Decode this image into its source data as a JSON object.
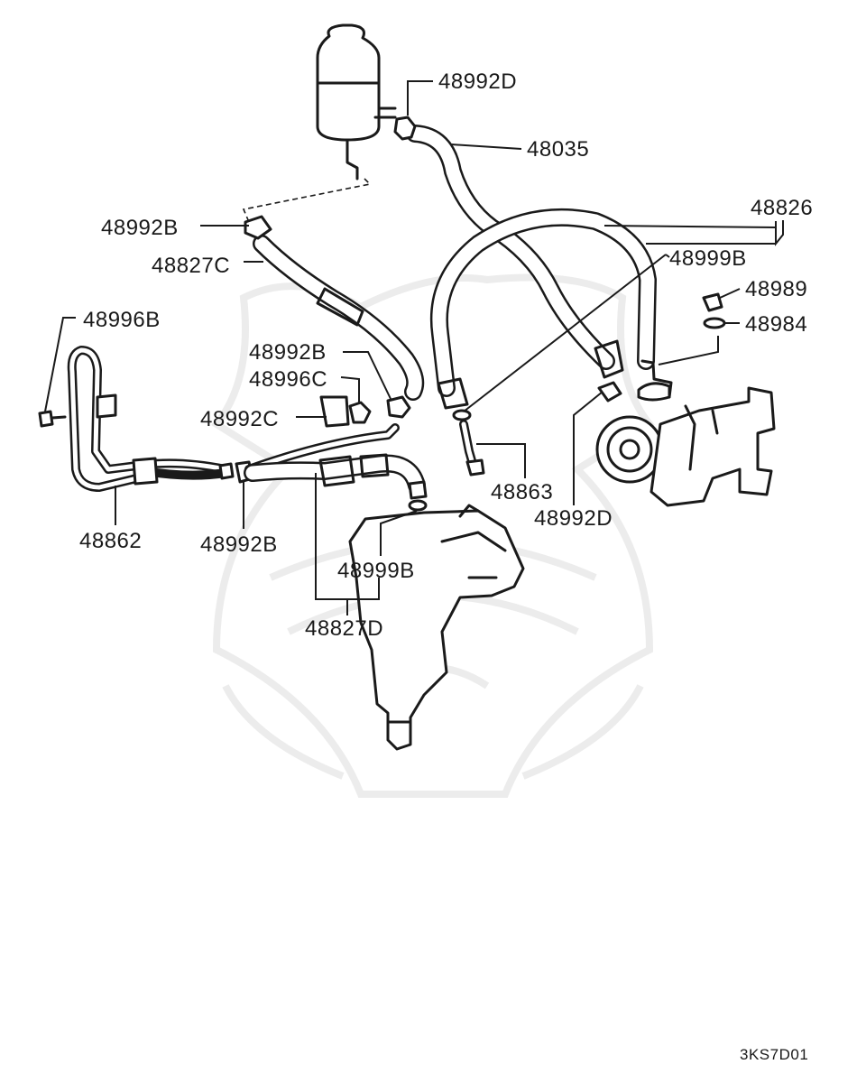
{
  "labels": {
    "p48992D_top": "48992D",
    "p48035": "48035",
    "p48826": "48826",
    "p48992B_1": "48992B",
    "p48827C": "48827C",
    "p48999B_1": "48999B",
    "p48989": "48989",
    "p48984": "48984",
    "p48996B": "48996B",
    "p48992B_2": "48992B",
    "p48996C": "48996C",
    "p48992C": "48992C",
    "p48863": "48863",
    "p48992D_2": "48992D",
    "p48862": "48862",
    "p48992B_3": "48992B",
    "p48999B_2": "48999B",
    "p48827D": "48827D"
  },
  "diagram_code": "3KS7D01",
  "icons": {
    "watermark": "samurai-helmet-watermark",
    "reservoir": "fluid-reservoir-icon",
    "pump": "power-steering-pump-icon",
    "gearbox": "steering-gearbox-icon"
  }
}
